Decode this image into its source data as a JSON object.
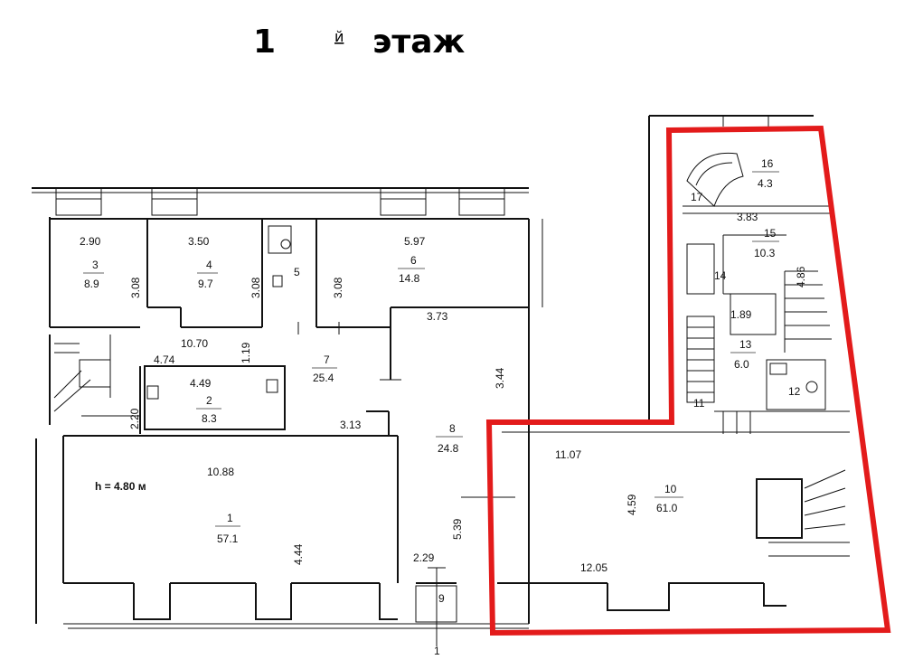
{
  "title": {
    "number": "1",
    "suffix": "й",
    "word": "этаж"
  },
  "ceiling": "h = 4.80 м",
  "highlight_color": "#e31b1b",
  "rooms": [
    {
      "id": "r1",
      "number": "1",
      "area": "57.1"
    },
    {
      "id": "r2",
      "number": "2",
      "area": "8.3"
    },
    {
      "id": "r3",
      "number": "3",
      "area": "8.9"
    },
    {
      "id": "r4",
      "number": "4",
      "area": "9.7"
    },
    {
      "id": "r5",
      "number": "5",
      "area": ""
    },
    {
      "id": "r6",
      "number": "6",
      "area": "14.8"
    },
    {
      "id": "r7",
      "number": "7",
      "area": "25.4"
    },
    {
      "id": "r8",
      "number": "8",
      "area": "24.8"
    },
    {
      "id": "r9",
      "number": "9",
      "area": ""
    },
    {
      "id": "r10",
      "number": "10",
      "area": "61.0"
    },
    {
      "id": "r11",
      "number": "11",
      "area": ""
    },
    {
      "id": "r12",
      "number": "12",
      "area": ""
    },
    {
      "id": "r13",
      "number": "13",
      "area": "6.0"
    },
    {
      "id": "r14",
      "number": "14",
      "area": ""
    },
    {
      "id": "r15",
      "number": "15",
      "area": "10.3"
    },
    {
      "id": "r16",
      "number": "16",
      "area": "4.3"
    },
    {
      "id": "r17",
      "number": "17",
      "area": ""
    }
  ],
  "dimensions": [
    "2.90",
    "3.08",
    "3.50",
    "3.08",
    "5.97",
    "3.08",
    "3.73",
    "3.44",
    "10.70",
    "1.19",
    "4.74",
    "4.49",
    "2.20",
    "3.13",
    "10.88",
    "4.44",
    "5.39",
    "2.29",
    "11.07",
    "4.59",
    "12.05",
    "3.83",
    "4.86",
    "1.89"
  ],
  "section_mark": "1"
}
